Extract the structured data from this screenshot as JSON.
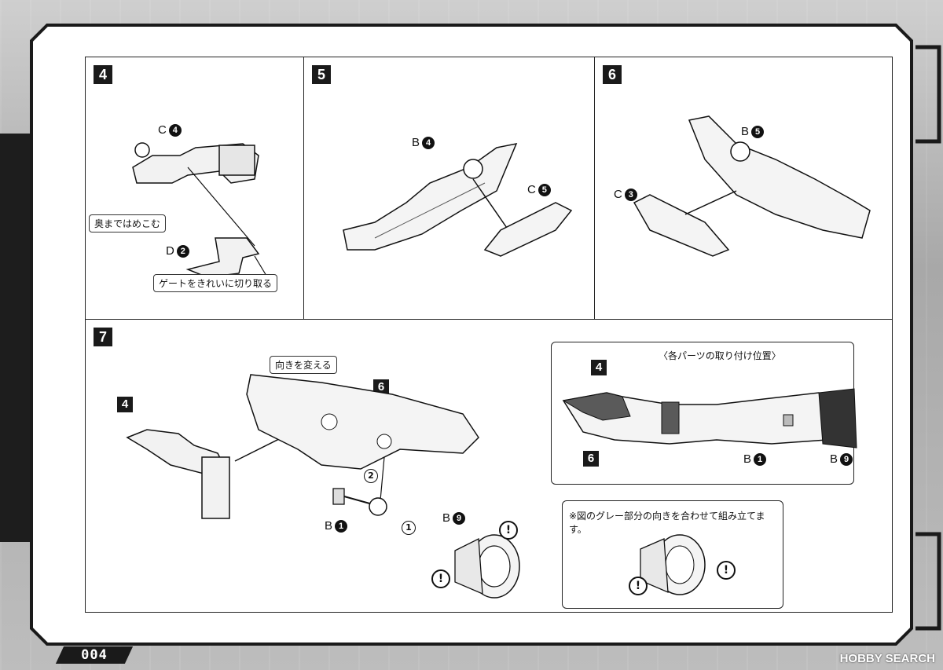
{
  "page": {
    "number": "004",
    "watermark": "HOBBY SEARCH"
  },
  "steps": {
    "s4": {
      "num": "4",
      "part_c": "C",
      "part_c_num": "4",
      "part_d": "D",
      "part_d_num": "2",
      "note_press": "奥まではめこむ",
      "note_gate": "ゲートをきれいに切り取る"
    },
    "s5": {
      "num": "5",
      "part_b": "B",
      "part_b_num": "4",
      "part_c": "C",
      "part_c_num": "5"
    },
    "s6": {
      "num": "6",
      "part_b": "B",
      "part_b_num": "5",
      "part_c": "C",
      "part_c_num": "3"
    },
    "s7": {
      "num": "7",
      "sub4": "4",
      "sub6": "6",
      "note_turn": "向きを変える",
      "part_b1": "B",
      "part_b1_num": "1",
      "part_b9": "B",
      "part_b9_num": "9",
      "order1": "1",
      "order2": "2",
      "inset_title": "〈各パーツの取り付け位置〉",
      "inset_sub4": "4",
      "inset_sub6": "6",
      "inset_b1": "B",
      "inset_b1_num": "1",
      "inset_b9": "B",
      "inset_b9_num": "9",
      "caution": "※図のグレー部分の向きを合わせて組み立てます。",
      "excl": "!"
    }
  }
}
